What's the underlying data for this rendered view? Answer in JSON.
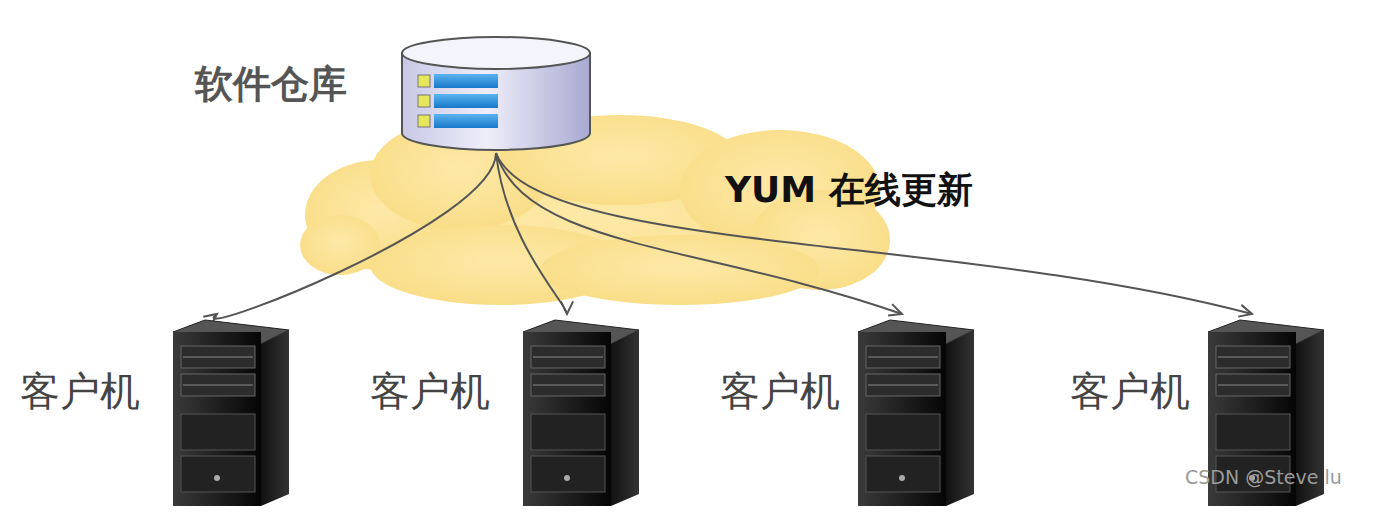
{
  "diagram": {
    "nodes": [
      {
        "text": [
          "软件仓库"
        ]
      },
      {
        "text": [
          "客户机"
        ]
      },
      {
        "text": [
          "客户机"
        ]
      },
      {
        "text": [
          "客户机"
        ]
      },
      {
        "text": [
          "客户机"
        ]
      }
    ],
    "edges": [
      {
        "from": 0,
        "to": 1,
        "arrow": "to"
      },
      {
        "from": 0,
        "to": 2,
        "arrow": "to"
      },
      {
        "from": 0,
        "to": 3,
        "arrow": "to"
      },
      {
        "from": 0,
        "to": 4,
        "arrow": "to"
      }
    ],
    "labels": [
      "YUM 在线更新",
      "CSDN @Steve lu"
    ]
  }
}
